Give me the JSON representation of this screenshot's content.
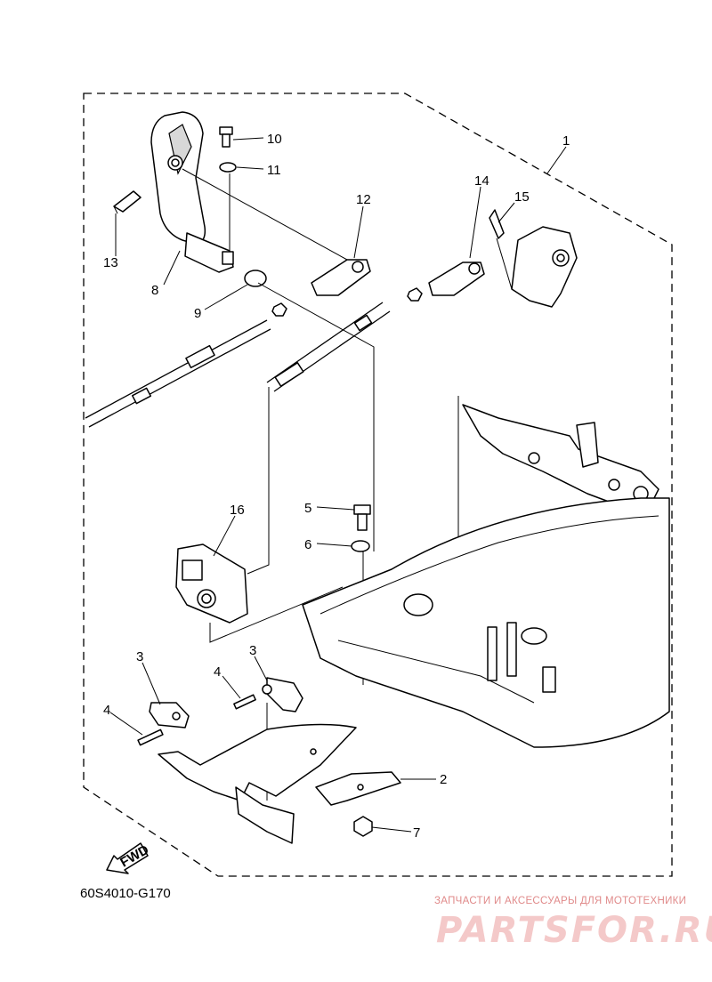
{
  "diagram": {
    "code": "60S4010-G170",
    "fwd_arrow_label": "FWD",
    "callouts": {
      "c1": "1",
      "c2": "2",
      "c3a": "3",
      "c3b": "3",
      "c4a": "4",
      "c4b": "4",
      "c5": "5",
      "c6": "6",
      "c7": "7",
      "c8": "8",
      "c9": "9",
      "c10": "10",
      "c11": "11",
      "c12": "12",
      "c13": "13",
      "c14": "14",
      "c15": "15",
      "c16": "16"
    }
  },
  "watermark": {
    "tagline": "ЗАПЧАСТИ И АКСЕССУАРЫ ДЛЯ МОТОТЕХНИКИ",
    "logo": "PARTSFOR.RU"
  }
}
